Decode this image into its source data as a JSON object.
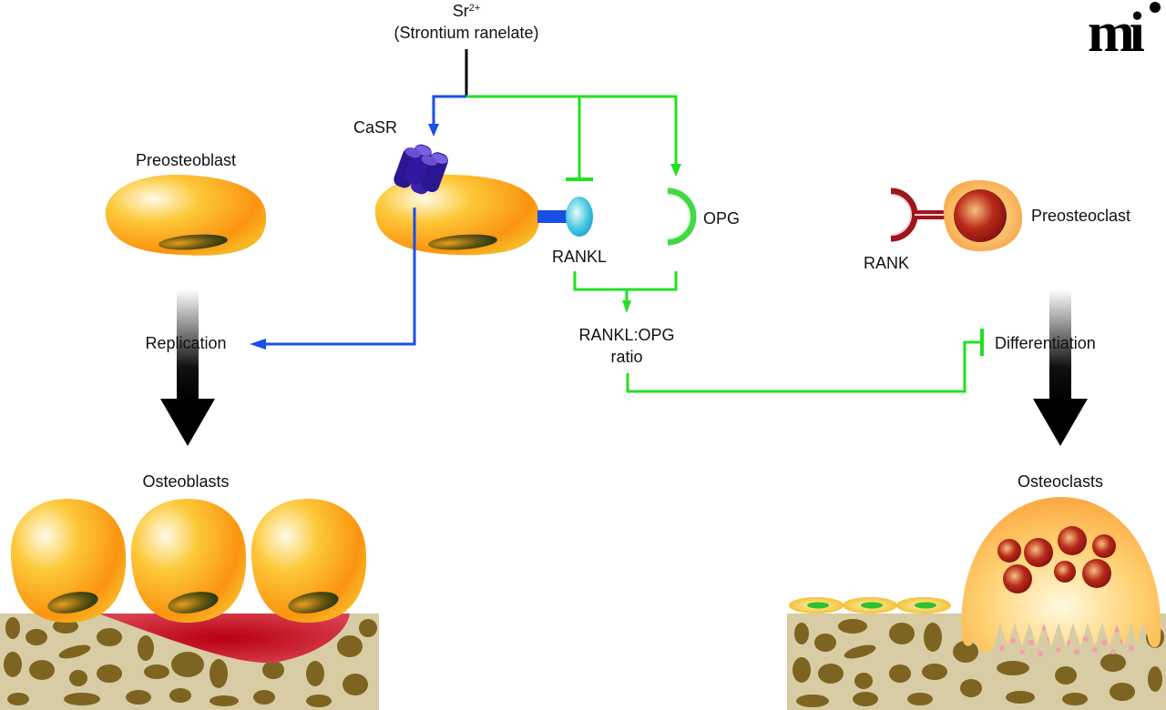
{
  "stimulus": {
    "ion": "Sr",
    "charge": "2+",
    "drug": "(Strontium ranelate)"
  },
  "logo": "mi",
  "labels": {
    "casr": "CaSR",
    "preosteoblast": "Preosteoblast",
    "rankl": "RANKL",
    "opg": "OPG",
    "rank": "RANK",
    "preosteoclast": "Preosteoclast",
    "replication": "Replication",
    "ratio_line1": "RANKL:OPG",
    "ratio_line2": "ratio",
    "differentiation": "Differentiation",
    "osteoblasts": "Osteoblasts",
    "osteoclasts": "Osteoclasts"
  },
  "colors": {
    "blue_path": "#1a4fe8",
    "green_path": "#22e022",
    "receptor": "#2a1690",
    "cell": "#f5a21a",
    "bone": "#d8cca4",
    "bone_pore": "#7d6420",
    "rank": "#a0151c",
    "resorption": "#c0101a"
  },
  "pathways": [
    {
      "from": "Sr2+",
      "to": "CaSR",
      "type": "activation",
      "color": "blue"
    },
    {
      "from": "CaSR",
      "to": "Replication",
      "type": "activation",
      "color": "blue"
    },
    {
      "from": "Sr2+",
      "to": "RANKL",
      "type": "inhibition",
      "color": "green"
    },
    {
      "from": "Sr2+",
      "to": "OPG",
      "type": "activation",
      "color": "green"
    },
    {
      "from": "RANKL+OPG",
      "to": "RANKL:OPG ratio",
      "type": "activation",
      "color": "green"
    },
    {
      "from": "RANKL:OPG ratio",
      "to": "Differentiation",
      "type": "inhibition",
      "color": "green"
    }
  ]
}
